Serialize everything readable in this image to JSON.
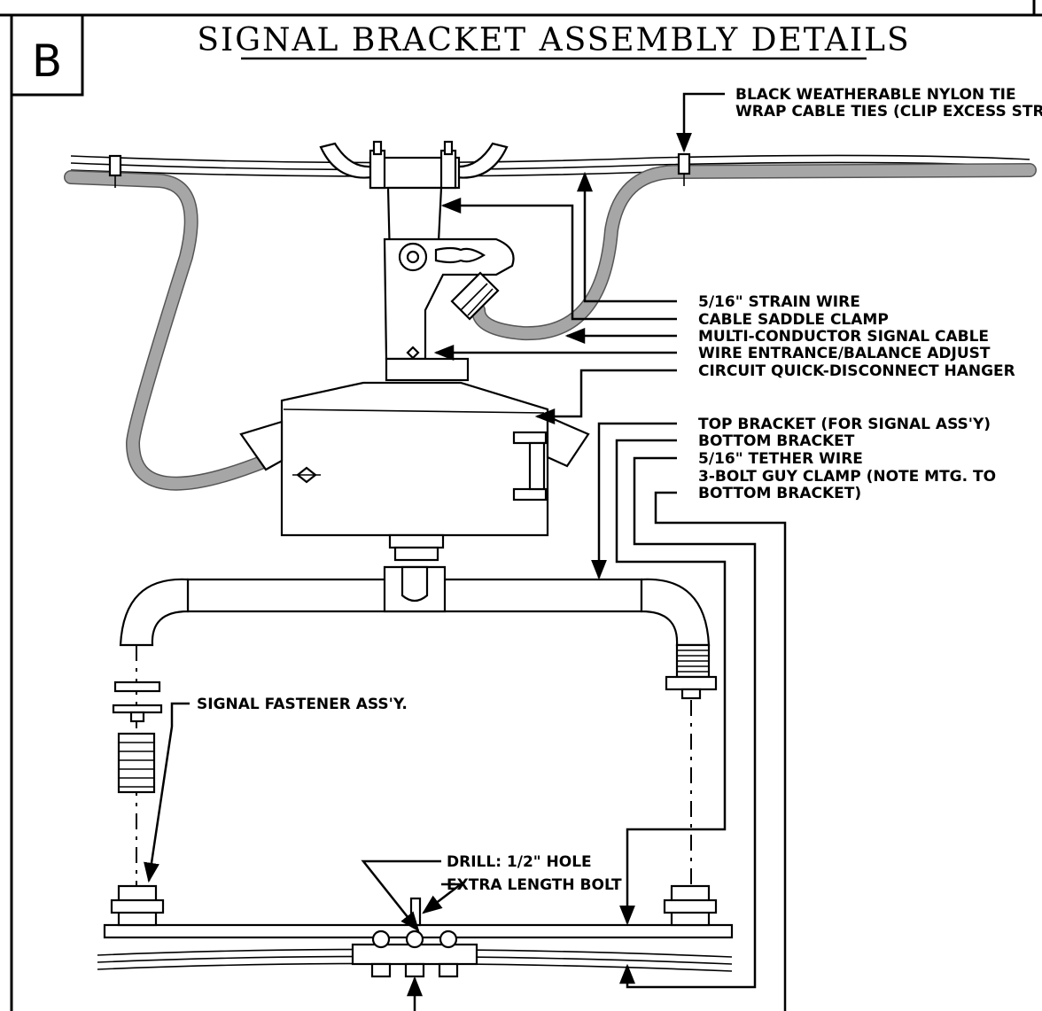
{
  "sheet": {
    "letter": "B",
    "title": "SIGNAL BRACKET ASSEMBLY DETAILS"
  },
  "callouts": {
    "nylon_tie_line1": "BLACK WEATHERABLE NYLON TIE",
    "nylon_tie_line2": "WRAP CABLE TIES (CLIP EXCESS STRAP",
    "strain_wire": "5/16\" STRAIN WIRE",
    "cable_saddle_clamp": "CABLE SADDLE CLAMP",
    "signal_cable": "MULTI-CONDUCTOR SIGNAL CABLE",
    "wire_entrance": "WIRE ENTRANCE/BALANCE ADJUST",
    "disconnect_hanger": "CIRCUIT QUICK-DISCONNECT HANGER",
    "top_bracket": "TOP BRACKET (FOR SIGNAL ASS'Y)",
    "bottom_bracket": "BOTTOM BRACKET",
    "tether_wire": "5/16\" TETHER WIRE",
    "guy_clamp_line1": "3-BOLT GUY CLAMP (NOTE MTG. TO",
    "guy_clamp_line2": "BOTTOM BRACKET)",
    "signal_fastener": "SIGNAL FASTENER ASS'Y.",
    "drill_line1": "DRILL: 1/2\" HOLE",
    "drill_line2": "EXTRA LENGTH BOLT"
  },
  "colors": {
    "line": "#000000",
    "cable_fill": "#a6a6a6",
    "background": "#ffffff"
  }
}
